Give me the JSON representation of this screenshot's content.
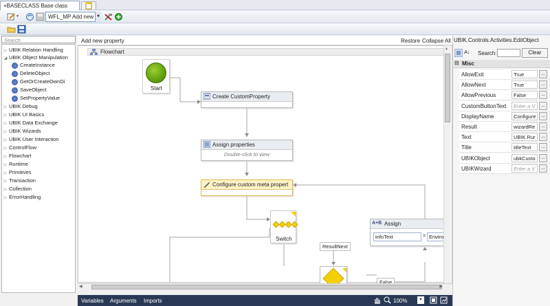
{
  "document_tab": {
    "label": "+BASECLASS Base class"
  },
  "toolbar": {
    "workflow_combo": "WFL_MP Add new"
  },
  "toolbox": {
    "search_placeholder": "Search",
    "categories": [
      {
        "label": "UBIK Relation Handling",
        "expanded": false
      },
      {
        "label": "UBIK Object Manipulation",
        "expanded": true
      },
      {
        "label": "UBIK Debug",
        "expanded": false
      },
      {
        "label": "UBIK UI Basics",
        "expanded": false
      },
      {
        "label": "UBIK Data Exchange",
        "expanded": false
      },
      {
        "label": "UBIK Wizards",
        "expanded": false
      },
      {
        "label": "UBIK User Interaction",
        "expanded": false
      },
      {
        "label": "ControlFlow",
        "expanded": false
      },
      {
        "label": "Flowchart",
        "expanded": false
      },
      {
        "label": "Runtime",
        "expanded": false
      },
      {
        "label": "Primitives",
        "expanded": false
      },
      {
        "label": "Transaction",
        "expanded": false
      },
      {
        "label": "Collection",
        "expanded": false
      },
      {
        "label": "ErrorHandling",
        "expanded": false
      }
    ],
    "object_manipulation_items": [
      "CreateInstance",
      "DeleteObject",
      "GetOrCreateOwnDi",
      "SaveObject",
      "SetPropertyValue"
    ]
  },
  "designer": {
    "breadcrumb": "Add new property",
    "restore": "Restore",
    "collapse_all": "Collapse All",
    "flowchart_label": "Flowchart",
    "start_label": "Start",
    "create_custom_property": "Create CustomProperty",
    "assign_properties": "Assign properties",
    "double_click_hint": "Double-click to view",
    "configure_meta": "Configure custom meta propert",
    "switch_label": "Switch",
    "result_next": "ResultNext",
    "false_label": "False",
    "assign_title": "Assign",
    "assign_to": "infoText",
    "assign_value": "Environ",
    "assign_glyph": "A+B"
  },
  "bottom_bar": {
    "variables": "Variables",
    "arguments": "Arguments",
    "imports": "Imports",
    "zoom": "100%"
  },
  "property_grid": {
    "title": "UBIK.Controls.Activities.EditObject",
    "search_label": "Search:",
    "clear": "Clear",
    "category": "Misc",
    "rows": [
      {
        "name": "AllowExit",
        "value": "True",
        "placeholder": false
      },
      {
        "name": "AllowNext",
        "value": "True",
        "placeholder": false
      },
      {
        "name": "AllowPrevious",
        "value": "False",
        "placeholder": false
      },
      {
        "name": "CustomButtonText",
        "value": "Enter a V",
        "placeholder": true
      },
      {
        "name": "DisplayName",
        "value": "Configure cus",
        "placeholder": false
      },
      {
        "name": "Result",
        "value": "wizardRe",
        "placeholder": false
      },
      {
        "name": "Text",
        "value": "UBIK.Rur",
        "placeholder": false
      },
      {
        "name": "Title",
        "value": "titleText",
        "placeholder": false
      },
      {
        "name": "UBIKObject",
        "value": "ubkCusto",
        "placeholder": false
      },
      {
        "name": "UBIKWizard",
        "value": "Enter a V",
        "placeholder": true
      }
    ]
  },
  "colors": {
    "accent": "#293955",
    "highlight": "#fff3c6",
    "start_green": "#6aa313",
    "switch_yellow": "#f5d000"
  }
}
